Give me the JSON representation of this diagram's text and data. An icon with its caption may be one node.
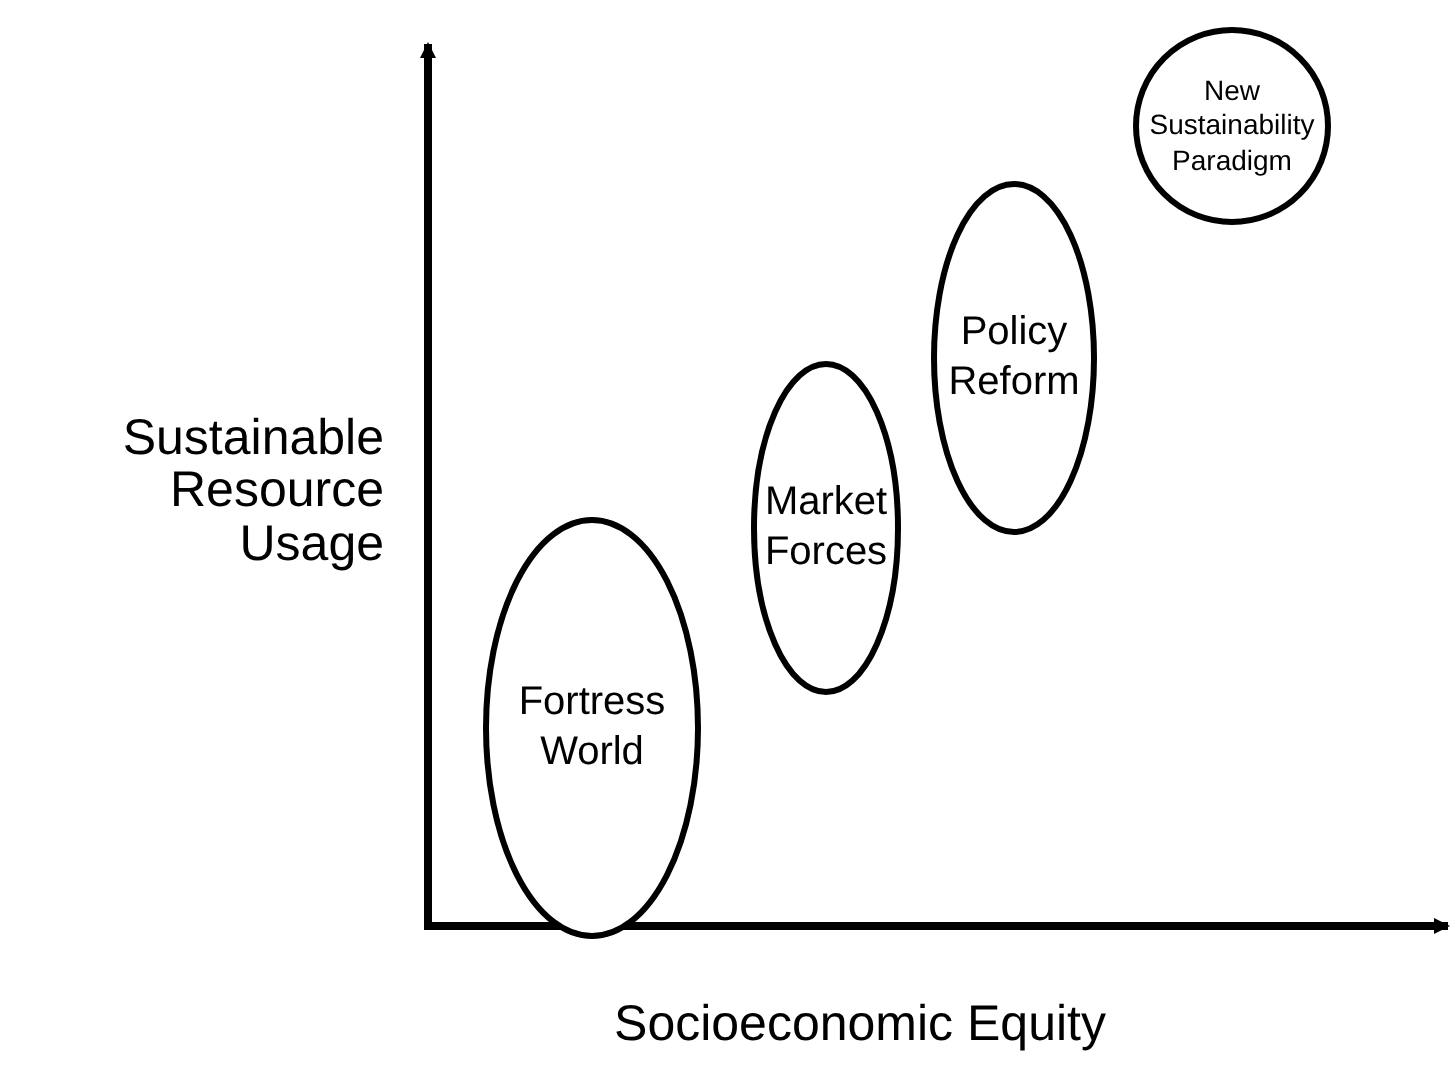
{
  "diagram": {
    "nodes": [
      {
        "text": [
          "Fortress World"
        ]
      },
      {
        "text": [
          "Market Forces"
        ]
      },
      {
        "text": [
          "Policy Reform"
        ]
      },
      {
        "text": [
          "New Sustainability Paradigm"
        ]
      }
    ],
    "labels": [
      "Sustainable Resource Usage",
      "Socioeconomic Equity"
    ]
  }
}
